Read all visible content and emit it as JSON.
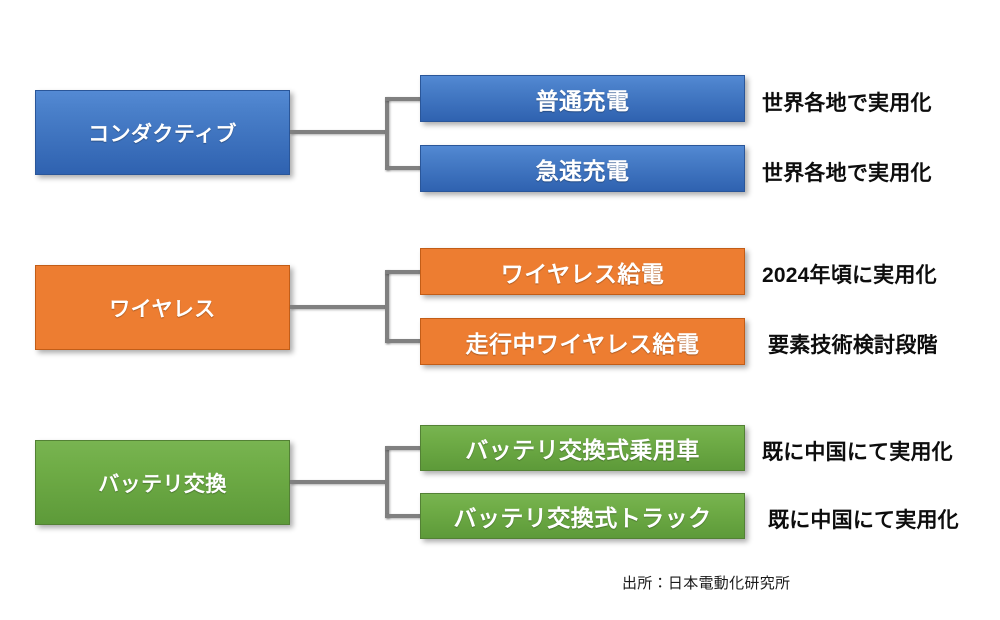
{
  "figure": {
    "source_note": "出所：日本電動化研究所"
  },
  "groups": [
    {
      "id": "conductive",
      "color": "#2f62b0",
      "parent_label": "コンダクティブ",
      "children": [
        {
          "label": "普通充電",
          "status": "世界各地で実用化"
        },
        {
          "label": "急速充電",
          "status": "世界各地で実用化"
        }
      ]
    },
    {
      "id": "wireless",
      "color": "#ed7d31",
      "parent_label": "ワイヤレス",
      "children": [
        {
          "label": "ワイヤレス給電",
          "status": "2024年頃に実用化"
        },
        {
          "label": "走行中ワイヤレス給電",
          "status": "要素技術検討段階"
        }
      ]
    },
    {
      "id": "battery-swap",
      "color": "#70ad47",
      "parent_label": "バッテリ交換",
      "children": [
        {
          "label": "バッテリ交換式乗用車",
          "status": "既に中国にて実用化"
        },
        {
          "label": "バッテリ交換式トラック",
          "status": "既に中国にて実用化"
        }
      ]
    }
  ]
}
